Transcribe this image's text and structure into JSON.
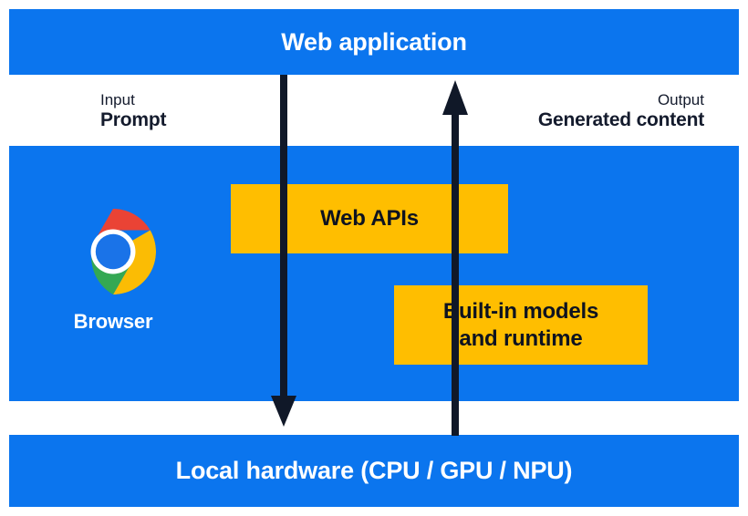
{
  "diagram": {
    "title_top": "Web application",
    "title_bottom": "Local hardware (CPU / GPU / NPU)",
    "colors": {
      "panel_blue": "#0B75EE",
      "box_yellow": "#FFBE00",
      "arrow_navy": "#101828",
      "text_navy": "#141B2D",
      "text_white": "#FFFFFF"
    }
  },
  "flow": {
    "input": {
      "kind": "Input",
      "value": "Prompt"
    },
    "output": {
      "kind": "Output",
      "value": "Generated content"
    }
  },
  "browser": {
    "label": "Browser",
    "icon": "chrome-logo-icon"
  },
  "boxes": [
    {
      "label": "Web APIs"
    },
    {
      "label": "Built-in models\nand runtime"
    }
  ],
  "arrows": [
    {
      "name": "prompt-down-arrow",
      "direction": "down"
    },
    {
      "name": "generated-content-up-arrow",
      "direction": "up"
    }
  ]
}
